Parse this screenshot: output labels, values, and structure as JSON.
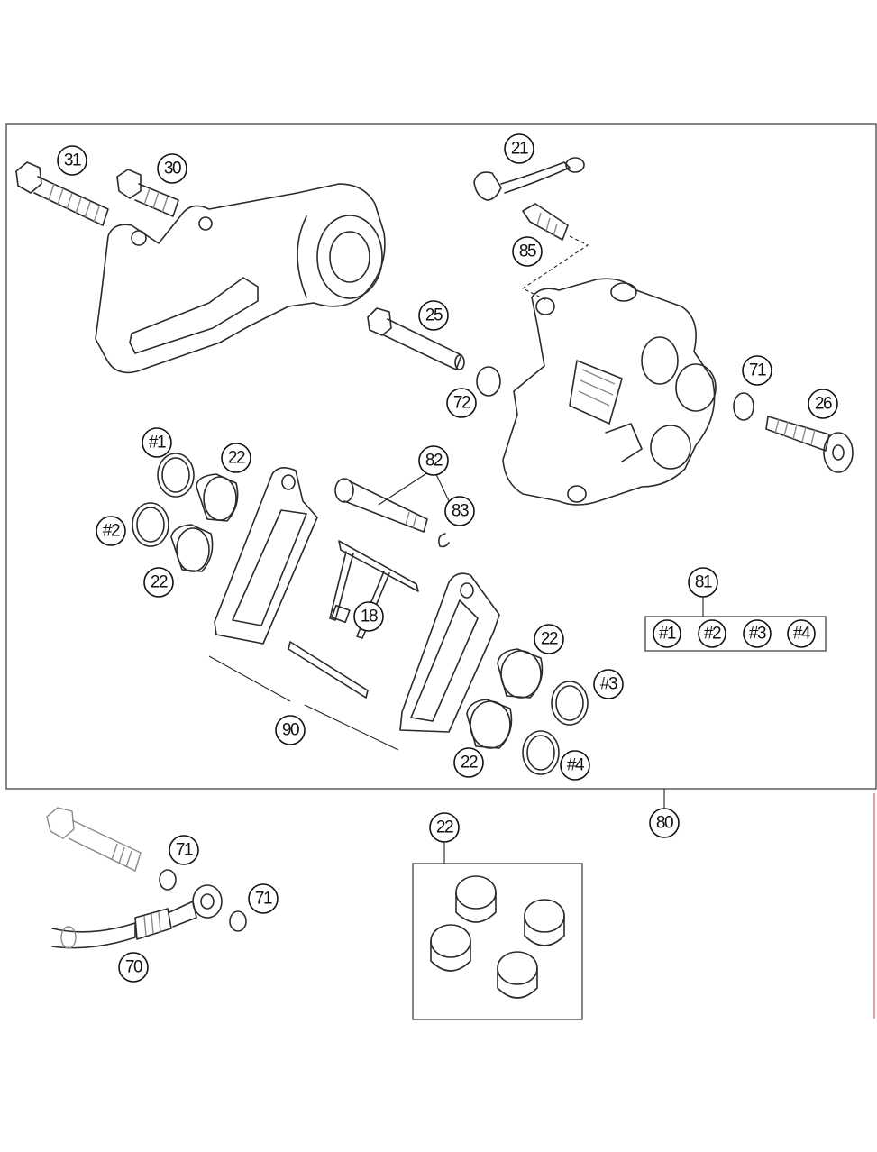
{
  "callouts": {
    "c31": "31",
    "c30": "30",
    "c21": "21",
    "c85": "85",
    "c25": "25",
    "c72": "72",
    "c71a": "71",
    "c26": "26",
    "c1a": "#1",
    "c22a": "22",
    "c82": "82",
    "c83": "83",
    "c2a": "#2",
    "c22b": "22",
    "c81": "81",
    "c18": "18",
    "c1b": "#1",
    "c2b": "#2",
    "c3b": "#3",
    "c4b": "#4",
    "c22c": "22",
    "c3a": "#3",
    "c90": "90",
    "c22d": "22",
    "c4a": "#4",
    "c80": "80",
    "c22e": "22",
    "c71b": "71",
    "c71c": "71",
    "c70": "70"
  }
}
